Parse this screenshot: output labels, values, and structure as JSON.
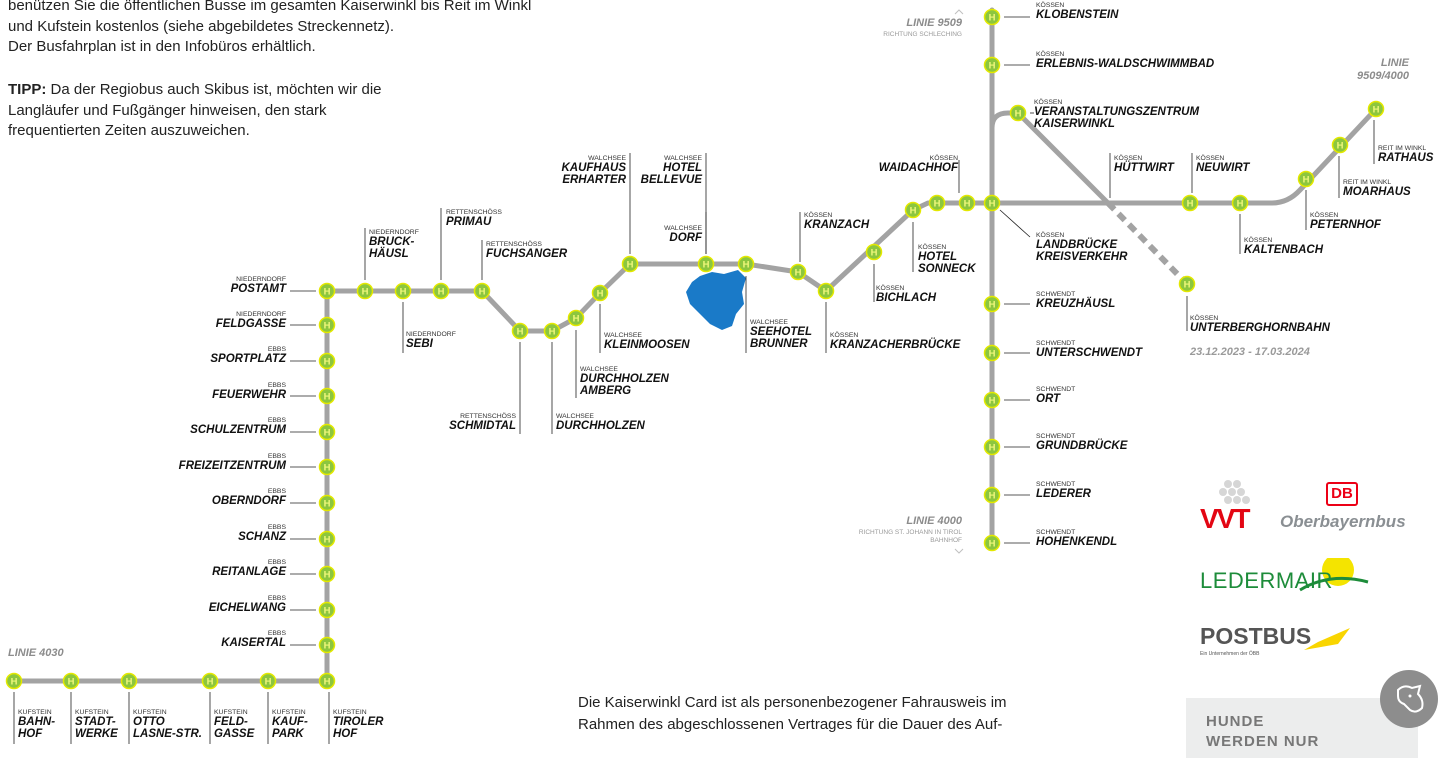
{
  "intro": {
    "line1": "benützen Sie die öffentlichen Busse im gesamten Kaiserwinkl bis Reit im Winkl",
    "line2": "und Kufstein kostenlos (siehe abgebildetes Streckennetz).",
    "line3": "Der Busfahrplan ist in den Infobüros erhältlich."
  },
  "tip": {
    "label": "TIPP:",
    "text": "Da der Regiobus auch Skibus ist, möchten wir die Langläufer und Fußgänger hinweisen, den stark frequentierten Zeiten auszuweichen."
  },
  "lines": {
    "l9509": {
      "name": "LINIE 9509",
      "direction": "RICHTUNG SCHLECHING"
    },
    "l9509_4000": {
      "name1": "LINIE",
      "name2": "9509/4000"
    },
    "l4000": {
      "name": "LINIE 4000",
      "direction1": "RICHTUNG ST. JOHANN IN TIROL",
      "direction2": "BAHNHOF"
    },
    "l4030": {
      "name": "LINIE 4030"
    }
  },
  "stop_symbol": "H",
  "stops": {
    "s01": {
      "place": "KÖSSEN",
      "name1": "KLOBENSTEIN",
      "name2": ""
    },
    "s02": {
      "place": "KÖSSEN",
      "name1": "ERLEBNIS-WALDSCHWIMMBAD",
      "name2": ""
    },
    "s03": {
      "place": "KÖSSEN",
      "name1": "VERANSTALTUNGSZENTRUM",
      "name2": "KAISERWINKL"
    },
    "s04": {
      "place": "KÖSSEN",
      "name1": "WAIDACHHOF",
      "name2": ""
    },
    "s05": {
      "place": "KÖSSEN",
      "name1": "HÜTTWIRT",
      "name2": ""
    },
    "s06": {
      "place": "KÖSSEN",
      "name1": "NEUWIRT",
      "name2": ""
    },
    "s07": {
      "place": "REIT IM WINKL",
      "name1": "RATHAUS",
      "name2": ""
    },
    "s08": {
      "place": "REIT IM WINKL",
      "name1": "MOARHAUS",
      "name2": ""
    },
    "s09": {
      "place": "KÖSSEN",
      "name1": "PETERNHOF",
      "name2": ""
    },
    "s10": {
      "place": "KÖSSEN",
      "name1": "KALTENBACH",
      "name2": ""
    },
    "s11": {
      "place": "KÖSSEN",
      "name1": "LANDBRÜCKE",
      "name2": "KREISVERKEHR"
    },
    "s12": {
      "place": "KÖSSEN",
      "name1": "UNTERBERGHORNBAHN",
      "name2": ""
    },
    "s12_date": "23.12.2023 - 17.03.2024",
    "s13": {
      "place": "KÖSSEN",
      "name1": "KRANZACH",
      "name2": ""
    },
    "s14": {
      "place": "KÖSSEN",
      "name1": "HOTEL",
      "name2": "SONNECK"
    },
    "s15": {
      "place": "KÖSSEN",
      "name1": "BICHLACH",
      "name2": ""
    },
    "s16": {
      "place": "KÖSSEN",
      "name1": "KRANZACHERBRÜCKE",
      "name2": ""
    },
    "s17": {
      "place": "WALCHSEE",
      "name1": "SEEHOTEL",
      "name2": "BRUNNER"
    },
    "s18": {
      "place": "WALCHSEE",
      "name1": "DORF",
      "name2": ""
    },
    "s19": {
      "place": "WALCHSEE",
      "name1": "HOTEL",
      "name2": "BELLEVUE"
    },
    "s20": {
      "place": "WALCHSEE",
      "name1": "KAUFHAUS",
      "name2": "ERHARTER"
    },
    "s21": {
      "place": "WALCHSEE",
      "name1": "KLEINMOOSEN",
      "name2": ""
    },
    "s22": {
      "place": "WALCHSEE",
      "name1": "DURCHHOLZEN",
      "name2": "AMBERG"
    },
    "s23": {
      "place": "WALCHSEE",
      "name1": "DURCHHOLZEN",
      "name2": ""
    },
    "s24": {
      "place": "RETTENSCHÖSS",
      "name1": "SCHMIDTAL",
      "name2": ""
    },
    "s25": {
      "place": "RETTENSCHÖSS",
      "name1": "FUCHSANGER",
      "name2": ""
    },
    "s26": {
      "place": "RETTENSCHÖSS",
      "name1": "PRIMAU",
      "name2": ""
    },
    "s27": {
      "place": "NIEDERNDORF",
      "name1": "BRUCK-",
      "name2": "HÄUSL"
    },
    "s28": {
      "place": "NIEDERNDORF",
      "name1": "SEBI",
      "name2": ""
    },
    "s29": {
      "place": "NIEDERNDORF",
      "name1": "POSTAMT",
      "name2": ""
    },
    "s30": {
      "place": "NIEDERNDORF",
      "name1": "FELDGASSE",
      "name2": ""
    },
    "s31": {
      "place": "EBBS",
      "name1": "SPORTPLATZ",
      "name2": ""
    },
    "s32": {
      "place": "EBBS",
      "name1": "FEUERWEHR",
      "name2": ""
    },
    "s33": {
      "place": "EBBS",
      "name1": "SCHULZENTRUM",
      "name2": ""
    },
    "s34": {
      "place": "EBBS",
      "name1": "FREIZEITZENTRUM",
      "name2": ""
    },
    "s35": {
      "place": "EBBS",
      "name1": "OBERNDORF",
      "name2": ""
    },
    "s36": {
      "place": "EBBS",
      "name1": "SCHANZ",
      "name2": ""
    },
    "s37": {
      "place": "EBBS",
      "name1": "REITANLAGE",
      "name2": ""
    },
    "s38": {
      "place": "EBBS",
      "name1": "EICHELWANG",
      "name2": ""
    },
    "s39": {
      "place": "EBBS",
      "name1": "KAISERTAL",
      "name2": ""
    },
    "s40": {
      "place": "SCHWENDT",
      "name1": "KREUZHÄUSL",
      "name2": ""
    },
    "s41": {
      "place": "SCHWENDT",
      "name1": "UNTERSCHWENDT",
      "name2": ""
    },
    "s42": {
      "place": "SCHWENDT",
      "name1": "ORT",
      "name2": ""
    },
    "s43": {
      "place": "SCHWENDT",
      "name1": "GRUNDBRÜCKE",
      "name2": ""
    },
    "s44": {
      "place": "SCHWENDT",
      "name1": "LEDERER",
      "name2": ""
    },
    "s45": {
      "place": "SCHWENDT",
      "name1": "HOHENKENDL",
      "name2": ""
    },
    "k1": {
      "place": "KUFSTEIN",
      "name1": "BAHN-",
      "name2": "HOF"
    },
    "k2": {
      "place": "KUFSTEIN",
      "name1": "STADT-",
      "name2": "WERKE"
    },
    "k3": {
      "place": "KUFSTEIN",
      "name1": "OTTO",
      "name2": "LASNE-STR."
    },
    "k4": {
      "place": "KUFSTEIN",
      "name1": "FELD-",
      "name2": "GASSE"
    },
    "k5": {
      "place": "KUFSTEIN",
      "name1": "KAUF-",
      "name2": "PARK"
    },
    "k6": {
      "place": "KUFSTEIN",
      "name1": "TIROLER",
      "name2": "HOF"
    }
  },
  "logos": {
    "vvt": "VVT",
    "db_mark": "DB",
    "db_text": "Oberbayernbus",
    "ledermair": "LEDERMAIR",
    "postbus": "POSTBUS",
    "postbus_sub": "Ein Unternehmen der ÖBB"
  },
  "bottom_text": {
    "line1": "Die Kaiserwinkl Card ist als personenbezogener Fahrausweis im",
    "line2": "Rahmen des abgeschlossenen Vertrages für die Dauer des Auf-"
  },
  "hunde": {
    "line1": "HUNDE",
    "line2": "WERDEN NUR"
  },
  "colors": {
    "route": "#a3a3a3",
    "stop_fill": "#8cc63f",
    "stop_ring": "#e3e800",
    "lake": "#1a7ac8",
    "vvt_red": "#e30613",
    "db_red": "#ec0016",
    "ledermair_green": "#1d8c3a",
    "postbus_yellow": "#f9d500"
  }
}
